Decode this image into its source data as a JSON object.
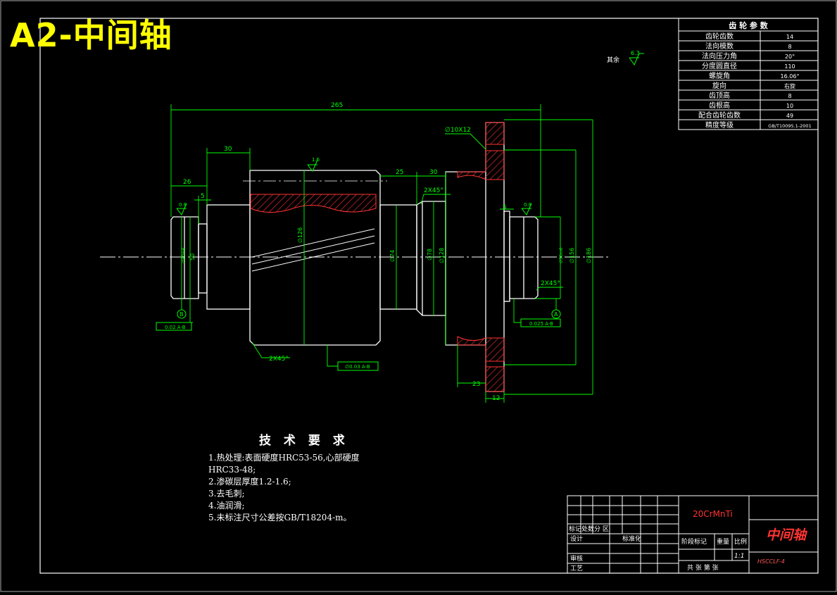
{
  "drawing_title": "A2-中间轴",
  "surface_note": {
    "label": "其余",
    "value": "6.3"
  },
  "gear_params": {
    "header": "齿 轮 参 数",
    "rows": [
      {
        "name": "齿轮齿数",
        "value": "14"
      },
      {
        "name": "法向模数",
        "value": "8"
      },
      {
        "name": "法向压力角",
        "value": "20°"
      },
      {
        "name": "分度圆直径",
        "value": "110"
      },
      {
        "name": "螺旋角",
        "value": "16.06°"
      },
      {
        "name": "旋向",
        "value": "右旋"
      },
      {
        "name": "齿顶高",
        "value": "8"
      },
      {
        "name": "齿根高",
        "value": "10"
      },
      {
        "name": "配合齿轮齿数",
        "value": "49"
      },
      {
        "name": "精度等级",
        "value": "GB/T10095.1-2001"
      }
    ]
  },
  "dimensions": {
    "overall_length": "265",
    "d30_left": "30",
    "d26": "26",
    "d5_left": "5",
    "d25": "25",
    "d30_mid": "30",
    "chamfer_mid": "2X45°",
    "chamfer_gear": "2X45°",
    "chamfer_right": "2X45°",
    "d23": "23",
    "d12": "12",
    "d5_right": "5",
    "hole": "∅10X12",
    "dia_50": "50",
    "dia_left_bearing": "∅50m6",
    "dia_126": "∅126",
    "dia_74": "∅74",
    "dia_78": "∅78",
    "dia_128": "∅128",
    "dia_right_bearing": "∅50m6",
    "dia_156": "∅156",
    "dia_186": "∅186",
    "rough_1": "1.6",
    "rough_2": "0.8",
    "rough_3": "0.8",
    "datum_b": "B",
    "datum_a": "A",
    "tol_left": "0.02 A-B",
    "tol_gear": "∅0.03 A-B",
    "tol_right": "0.025 A-B"
  },
  "tech_requirements": {
    "title": "技 术 要 求",
    "items": [
      "1.热处理:表面硬度HRC53-56,心部硬度",
      "HRC33-48;",
      "2.渗碳层厚度1.2-1.6;",
      "3.去毛刺;",
      "4.油润滑;",
      "5.未标注尺寸公差按GB/T18204-m。"
    ]
  },
  "title_block": {
    "material": "20CrMnTi",
    "part_name": "中间轴",
    "drawing_no": "HSCCLF-4",
    "scale": "1:1",
    "labels": {
      "revision": "标记处数分 区",
      "design": "设计",
      "standard": "标准化",
      "stage": "阶段标记",
      "weight": "重量",
      "ratio": "比例",
      "review": "审核",
      "process": "工艺",
      "sheets": "共 张  第  张"
    }
  },
  "colors": {
    "outline": "#ffffff",
    "dimension": "#00ff00",
    "hatch": "#ff3333",
    "title": "#ffff00",
    "material": "#ff3333"
  }
}
